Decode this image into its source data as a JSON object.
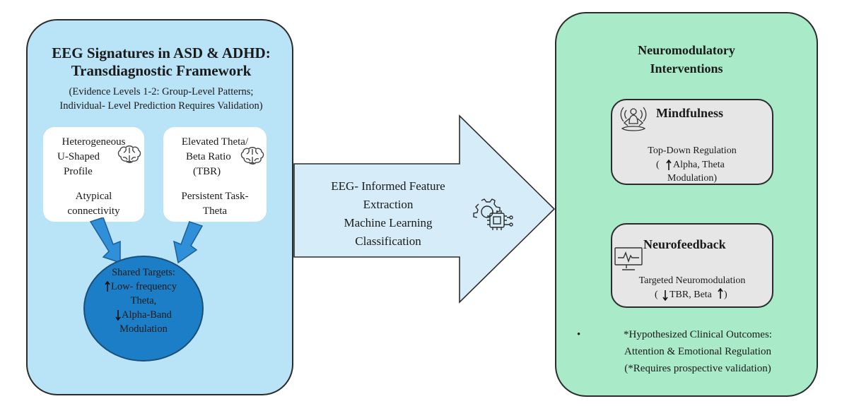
{
  "left": {
    "title_line1": "EEG Signatures in ASD & ADHD:",
    "title_line2": "Transdiagnostic Framework",
    "subtitle_line1": "(Evidence Levels 1-2: Group-Level Patterns;",
    "subtitle_line2": "Individual- Level Prediction Requires Validation)",
    "box1": {
      "line1": "Heterogeneous",
      "line2": "U-Shaped",
      "line3": "Profile",
      "line4": "Atypical",
      "line5": "connectivity"
    },
    "box2": {
      "line1": "Elevated Theta/",
      "line2": "Beta Ratio",
      "line3": "(TBR)",
      "line4": "Persistent Task-",
      "line5": "Theta"
    },
    "shared": {
      "line1": "Shared Targets:",
      "line2": "Low- frequency",
      "line3": "Theta,",
      "line4": "Alpha-Band",
      "line5": "Modulation"
    }
  },
  "middle": {
    "line1": "EEG- Informed Feature",
    "line2": "Extraction",
    "line3": "Machine Learning",
    "line4": "Classification"
  },
  "right": {
    "title_line1": "Neuromodulatory",
    "title_line2": "Interventions",
    "mindfulness": {
      "title": "Mindfulness",
      "line1": "Top-Down Regulation",
      "line2_pre": "(",
      "line2_post": "Alpha, Theta",
      "line3": "Modulation)"
    },
    "neurofeedback": {
      "title": "Neurofeedback",
      "line1": "Targeted Neuromodulation",
      "line2_pre": "(",
      "line2_mid": "TBR, Beta",
      "line2_post": ")"
    },
    "outcomes": {
      "bullet": "•",
      "line1": "*Hypothesized Clinical Outcomes:",
      "line2": "Attention & Emotional Regulation",
      "line3": "(*Requires prospective validation)"
    }
  },
  "colors": {
    "left_panel": "#b9e3f7",
    "right_panel": "#a9eac8",
    "shared_ellipse": "#1c7ec6",
    "big_arrow": "#d6ecf8",
    "down_arrows": "#2f8fd8",
    "card_bg": "#e6e6e6"
  },
  "icons": [
    "brain-icon",
    "brain-icon",
    "up-arrow-icon",
    "down-arrow-icon",
    "gear-chip-icon",
    "meditation-icon",
    "monitor-icon"
  ]
}
